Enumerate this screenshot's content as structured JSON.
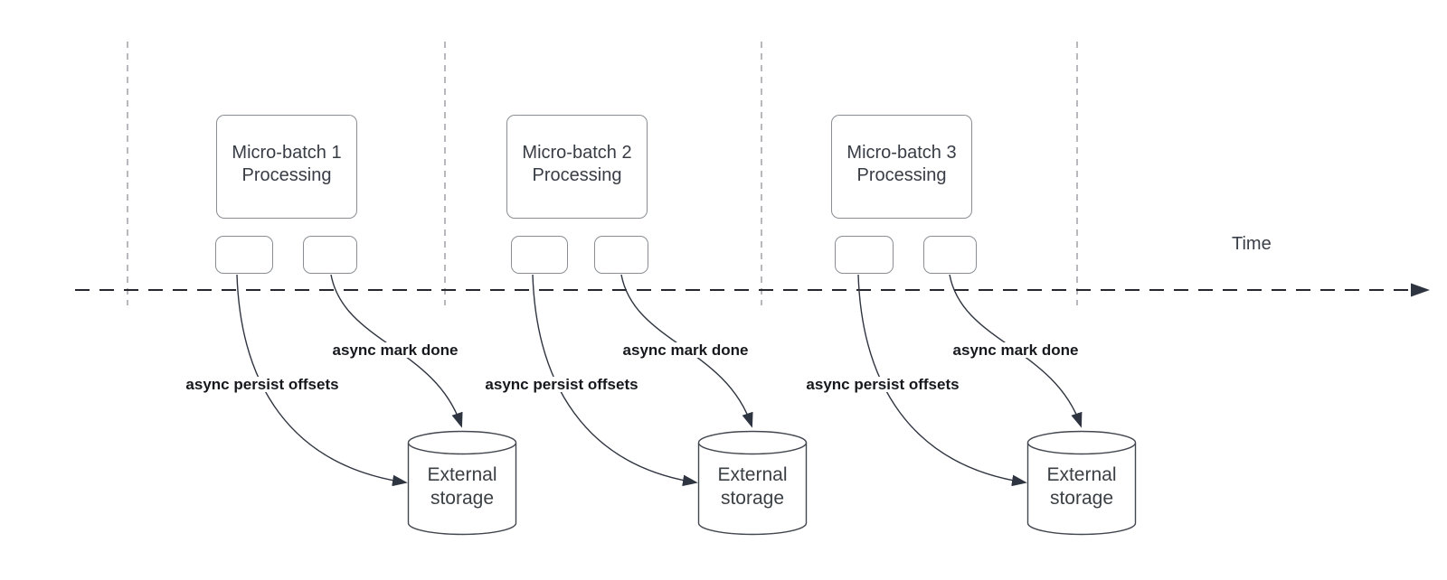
{
  "time_axis": {
    "label": "Time"
  },
  "groups": [
    {
      "title": "Micro-batch 1 Processing",
      "persist_label": "async persist offsets",
      "done_label": "async mark done",
      "storage_label": "External storage"
    },
    {
      "title": "Micro-batch 2 Processing",
      "persist_label": "async persist offsets",
      "done_label": "async mark done",
      "storage_label": "External storage"
    },
    {
      "title": "Micro-batch 3 Processing",
      "persist_label": "async persist offsets",
      "done_label": "async mark done",
      "storage_label": "External storage"
    }
  ],
  "colors": {
    "background": "#ffffff",
    "arrow_stroke": "#2e3440",
    "box_border": "#8a8e93",
    "cylinder_stroke": "#42464e",
    "axis_stroke": "#26282e",
    "divider_stroke": "#a6a6ad",
    "label_text": "#16181d",
    "node_text": "#373c45"
  }
}
